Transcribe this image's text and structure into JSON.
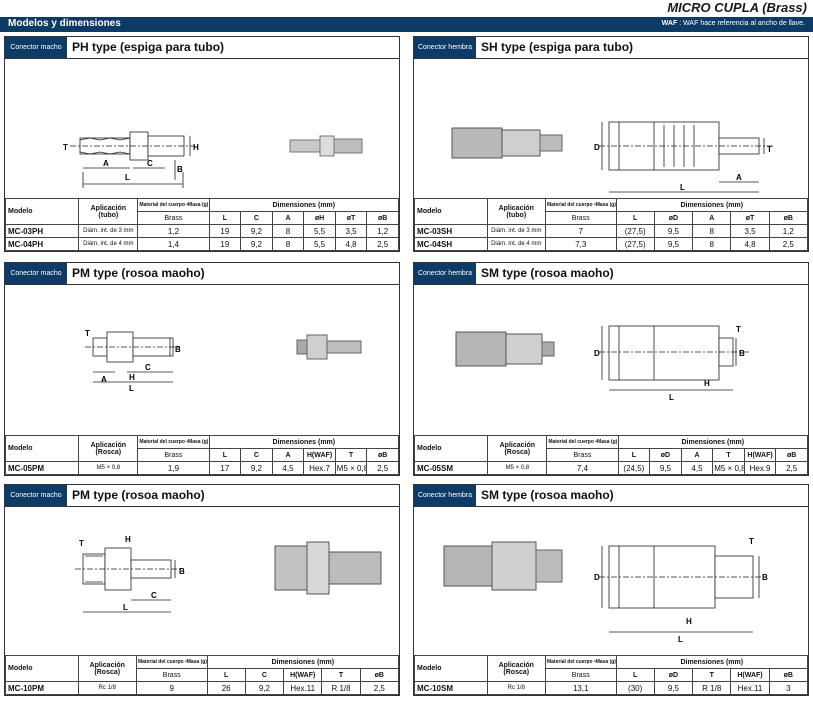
{
  "page": {
    "title": "MICRO CUPLA (Brass)",
    "section": "Modelos y dimensiones",
    "waf_bold": "WAF",
    "waf_note": ": WAF hace referencia al ancho de llave."
  },
  "panels": [
    {
      "badge": "Conector macho",
      "title": "PH type (espiga para tubo)",
      "drawing_labels": [
        "T",
        "A",
        "C",
        "L",
        "H",
        "B"
      ],
      "table": {
        "col_model": "Modelo",
        "col_app": "Aplicación",
        "col_app_sub": "(tubo)",
        "col_mat": "Material del cuerpo •Masa (g)",
        "col_mat_sub": "Brass",
        "col_dims": "Dimensiones (mm)",
        "dim_headers": [
          "L",
          "C",
          "A",
          "øH",
          "øT",
          "øB"
        ],
        "rows": [
          {
            "model": "MC-03PH",
            "app": "Diám. int. de 3 mm",
            "mass": "1,2",
            "dims": [
              "19",
              "9,2",
              "8",
              "5,5",
              "3,5",
              "1,2"
            ]
          },
          {
            "model": "MC-04PH",
            "app": "Diám. int. de 4 mm",
            "mass": "1,4",
            "dims": [
              "19",
              "9,2",
              "8",
              "5,5",
              "4,8",
              "2,5"
            ]
          }
        ]
      }
    },
    {
      "badge": "Conector hembra",
      "title": "SH type (espiga para tubo)",
      "drawing_labels": [
        "D",
        "T",
        "A",
        "L"
      ],
      "table": {
        "col_model": "Modelo",
        "col_app": "Aplicación",
        "col_app_sub": "(tubo)",
        "col_mat": "Material del cuerpo •Masa (g)",
        "col_mat_sub": "Brass",
        "col_dims": "Dimensiones (mm)",
        "dim_headers": [
          "L",
          "øD",
          "A",
          "øT",
          "øB"
        ],
        "rows": [
          {
            "model": "MC-03SH",
            "app": "Diám. int. de 3 mm",
            "mass": "7",
            "dims": [
              "(27,5)",
              "9,5",
              "8",
              "3,5",
              "1,2"
            ]
          },
          {
            "model": "MC-04SH",
            "app": "Diám. int. de 4 mm",
            "mass": "7,3",
            "dims": [
              "(27,5)",
              "9,5",
              "8",
              "4,8",
              "2,5"
            ]
          }
        ]
      }
    },
    {
      "badge": "Conector macho",
      "title": "PM type (rosoa maoho)",
      "drawing_labels": [
        "T",
        "A",
        "H",
        "C",
        "L",
        "B"
      ],
      "table": {
        "col_model": "Modelo",
        "col_app": "Aplicación",
        "col_app_sub": "(Rosca)",
        "col_mat": "Material del cuerpo •Masa (g)",
        "col_mat_sub": "Brass",
        "col_dims": "Dimensiones (mm)",
        "dim_headers": [
          "L",
          "C",
          "A",
          "H(WAF)",
          "T",
          "øB"
        ],
        "rows": [
          {
            "model": "MC-05PM",
            "app": "M5 × 0,8",
            "mass": "1,9",
            "dims": [
              "17",
              "9,2",
              "4,5",
              "Hex.7",
              "M5 × 0,8",
              "2,5"
            ]
          }
        ]
      }
    },
    {
      "badge": "Conector hembra",
      "title": "SM type (rosoa maoho)",
      "drawing_labels": [
        "T",
        "D",
        "B",
        "H",
        "L"
      ],
      "table": {
        "col_model": "Modelo",
        "col_app": "Aplicación",
        "col_app_sub": "(Rosca)",
        "col_mat": "Material del cuerpo •Masa (g)",
        "col_mat_sub": "Brass",
        "col_dims": "Dimensiones (mm)",
        "dim_headers": [
          "L",
          "øD",
          "A",
          "T",
          "H(WAF)",
          "øB"
        ],
        "rows": [
          {
            "model": "MC-05SM",
            "app": "M5 × 0,8",
            "mass": "7,4",
            "dims": [
              "(24,5)",
              "9,5",
              "4,5",
              "M5 × 0,8",
              "Hex.9",
              "2,5"
            ]
          }
        ]
      }
    },
    {
      "badge": "Conector macho",
      "title": "PM type (rosoa maoho)",
      "drawing_labels": [
        "T",
        "H",
        "C",
        "L",
        "B"
      ],
      "table": {
        "col_model": "Modelo",
        "col_app": "Aplicación",
        "col_app_sub": "(Rosca)",
        "col_mat": "Material del cuerpo •Masa (g)",
        "col_mat_sub": "Brass",
        "col_dims": "Dimensiones (mm)",
        "dim_headers": [
          "L",
          "C",
          "H(WAF)",
          "T",
          "øB"
        ],
        "rows": [
          {
            "model": "MC-10PM",
            "app": "Rc 1/8",
            "mass": "9",
            "dims": [
              "26",
              "9,2",
              "Hex.11",
              "R 1/8",
              "2,5"
            ]
          }
        ]
      }
    },
    {
      "badge": "Conector hembra",
      "title": "SM type (rosoa maoho)",
      "drawing_labels": [
        "T",
        "D",
        "B",
        "H",
        "L"
      ],
      "table": {
        "col_model": "Modelo",
        "col_app": "Aplicación",
        "col_app_sub": "(Rosca)",
        "col_mat": "Material del cuerpo •Masa (g)",
        "col_mat_sub": "Brass",
        "col_dims": "Dimensiones (mm)",
        "dim_headers": [
          "L",
          "øD",
          "T",
          "H(WAF)",
          "øB"
        ],
        "rows": [
          {
            "model": "MC-10SM",
            "app": "Rc 1/8",
            "mass": "13,1",
            "dims": [
              "(30)",
              "9,5",
              "R 1/8",
              "Hex.11",
              "3"
            ]
          }
        ]
      }
    }
  ],
  "colors": {
    "header_blue": "#0d3b66",
    "metal_light": "#e8e8e8",
    "metal_dark": "#7a7a7a"
  }
}
